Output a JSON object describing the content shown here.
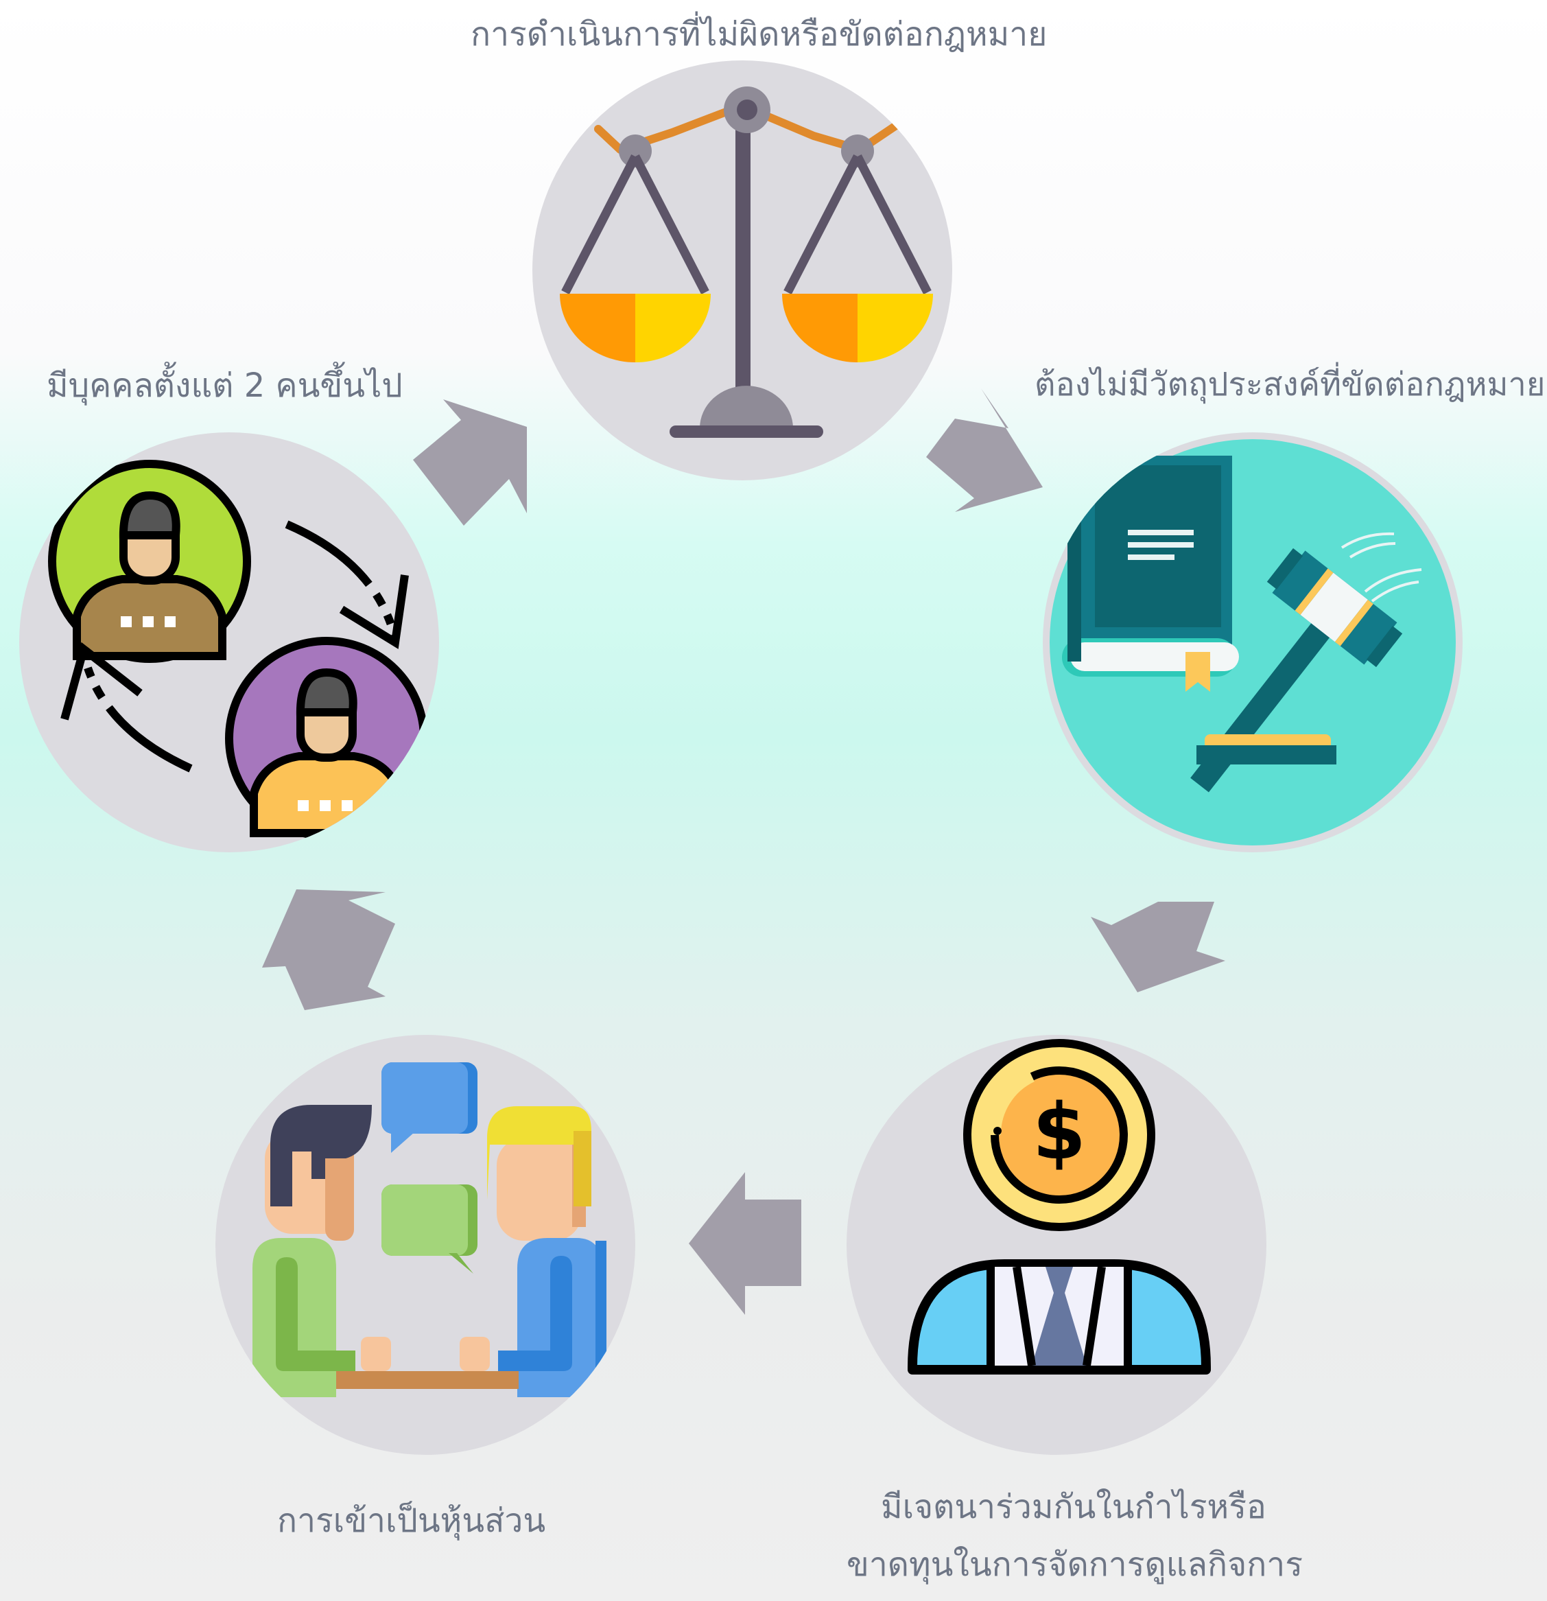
{
  "steps": [
    {
      "id": "partners",
      "label": "มีบุคคลตั้งแต่ 2 คนขึ้นไป",
      "icon": "people-exchange-icon"
    },
    {
      "id": "legal",
      "label": "การดำเนินการที่ไม่ผิดหรือขัดต่อกฎหมาย",
      "icon": "scales-of-justice-icon"
    },
    {
      "id": "objective",
      "label": "ต้องไม่มีวัตถุประสงค์ที่ขัดต่อกฎหมาย",
      "icon": "law-book-gavel-icon"
    },
    {
      "id": "profit",
      "label_line1": "มีเจตนาร่วมกันในกำไรหรือ",
      "label_line2": "ขาดทุนในการจัดการดูแลกิจการ",
      "icon": "businessman-dollar-icon"
    },
    {
      "id": "join",
      "label": "การเข้าเป็นหุ้นส่วน",
      "icon": "discussion-icon"
    }
  ],
  "colors": {
    "circle_bg": "#dcdbe0",
    "arrow": "#a29ea9",
    "label": "#6d7585",
    "teal_bg": "#5edfd3"
  }
}
